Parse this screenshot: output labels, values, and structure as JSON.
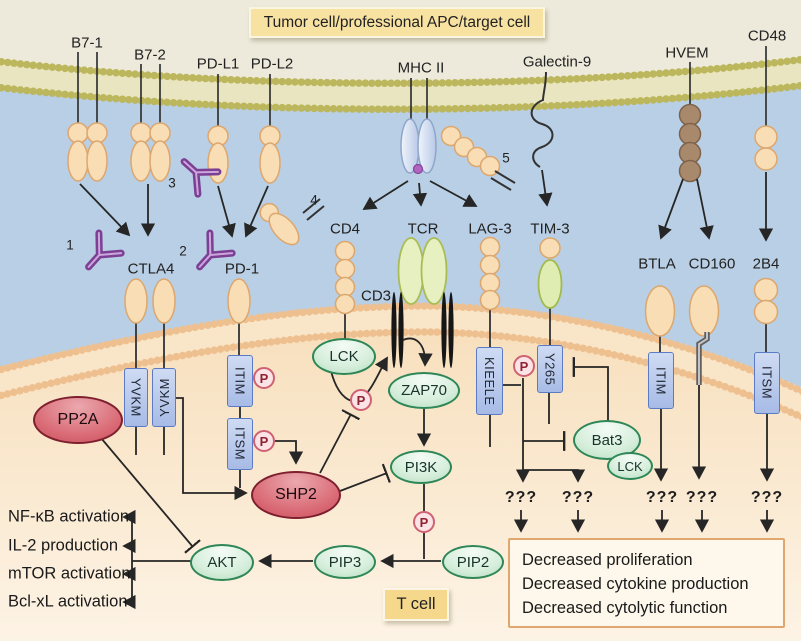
{
  "banner": "Tumor cell/professional APC/target cell",
  "cell_labels": {
    "t_cell": "T cell"
  },
  "ligand_labels": {
    "b7_1": "B7-1",
    "b7_2": "B7-2",
    "pd_l1": "PD-L1",
    "pd_l2": "PD-L2",
    "mhc_ii": "MHC II",
    "galectin_9": "Galectin-9",
    "hvem": "HVEM",
    "cd48": "CD48"
  },
  "receptor_labels": {
    "ctla4": "CTLA4",
    "pd_1": "PD-1",
    "cd4": "CD4",
    "cd3": "CD3",
    "tcr": "TCR",
    "lag_3": "LAG-3",
    "tim_3": "TIM-3",
    "btla": "BTLA",
    "cd160": "CD160",
    "two_b4": "2B4"
  },
  "motif_labels": {
    "yvkm_left": "YVKM",
    "yvkm_right": "YVKM",
    "itim_pd1": "ITIM",
    "itsm_pd1": "ITSM",
    "kieele": "KIEELE",
    "y265": "Y265",
    "itim_btla": "ITIM",
    "itsm_2b4": "ITSM"
  },
  "molecule_labels": {
    "pp2a": "PP2A",
    "shp2": "SHP2",
    "lck": "LCK",
    "zap70": "ZAP70",
    "pi3k": "PI3K",
    "akt": "AKT",
    "pip3": "PIP3",
    "pip2": "PIP2",
    "bat3": "Bat3",
    "lck_bat3": "LCK"
  },
  "phospho_label": "P",
  "annotation_numbers": {
    "n1": "1",
    "n2": "2",
    "n3": "3",
    "n4": "4",
    "n5": "5"
  },
  "unknown_label": "???",
  "outputs": [
    "NF-κB activation",
    "IL-2 production",
    "mTOR activation",
    "Bcl-xL activation"
  ],
  "outcomes": [
    "Decreased proliferation",
    "Decreased cytokine production",
    "Decreased cytolytic function"
  ],
  "colors": {
    "extracellular_blue": "#b9cfe5",
    "tumor_cream": "#edeadb",
    "tcell_peach": "#f7dfbc",
    "upper_membrane_beads": "#bcb65c",
    "tcell_membrane_beads": "#eec08f",
    "green_fill": "#d8efdd",
    "green_border": "#2f8757",
    "red_fill": "#d96974",
    "red_border": "#7e1f2e",
    "blue_box": "#a7bbe6",
    "blue_box_border": "#5b7cc4",
    "antibody_purple": "#7b3f94",
    "banner_yellow": "#f8e2a2",
    "outcome_border": "#dfa76e"
  }
}
